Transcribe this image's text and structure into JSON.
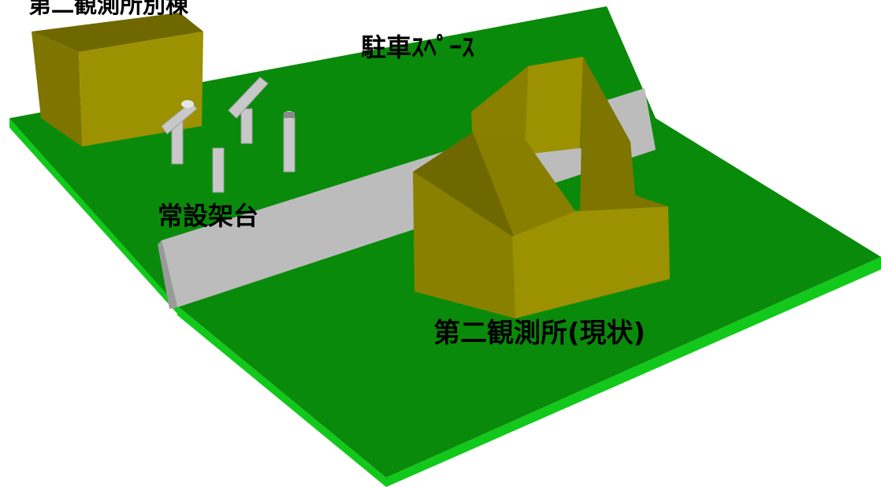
{
  "labels": {
    "annex_building": "第二観測所別棟",
    "parking_space": "駐車ｽﾍﾟｰｽ",
    "permanent_stand": "常設架台",
    "current_station": "第二観測所(現状)"
  },
  "colors": {
    "ground_top": "#0a8a0a",
    "ground_edge": "#12c81a",
    "road": "#bcbcbc",
    "building_front": "#9c9100",
    "building_side": "#7d7500",
    "building_roof": "#6f6800",
    "post": "#c8c8c8",
    "label_text": "#000000"
  }
}
